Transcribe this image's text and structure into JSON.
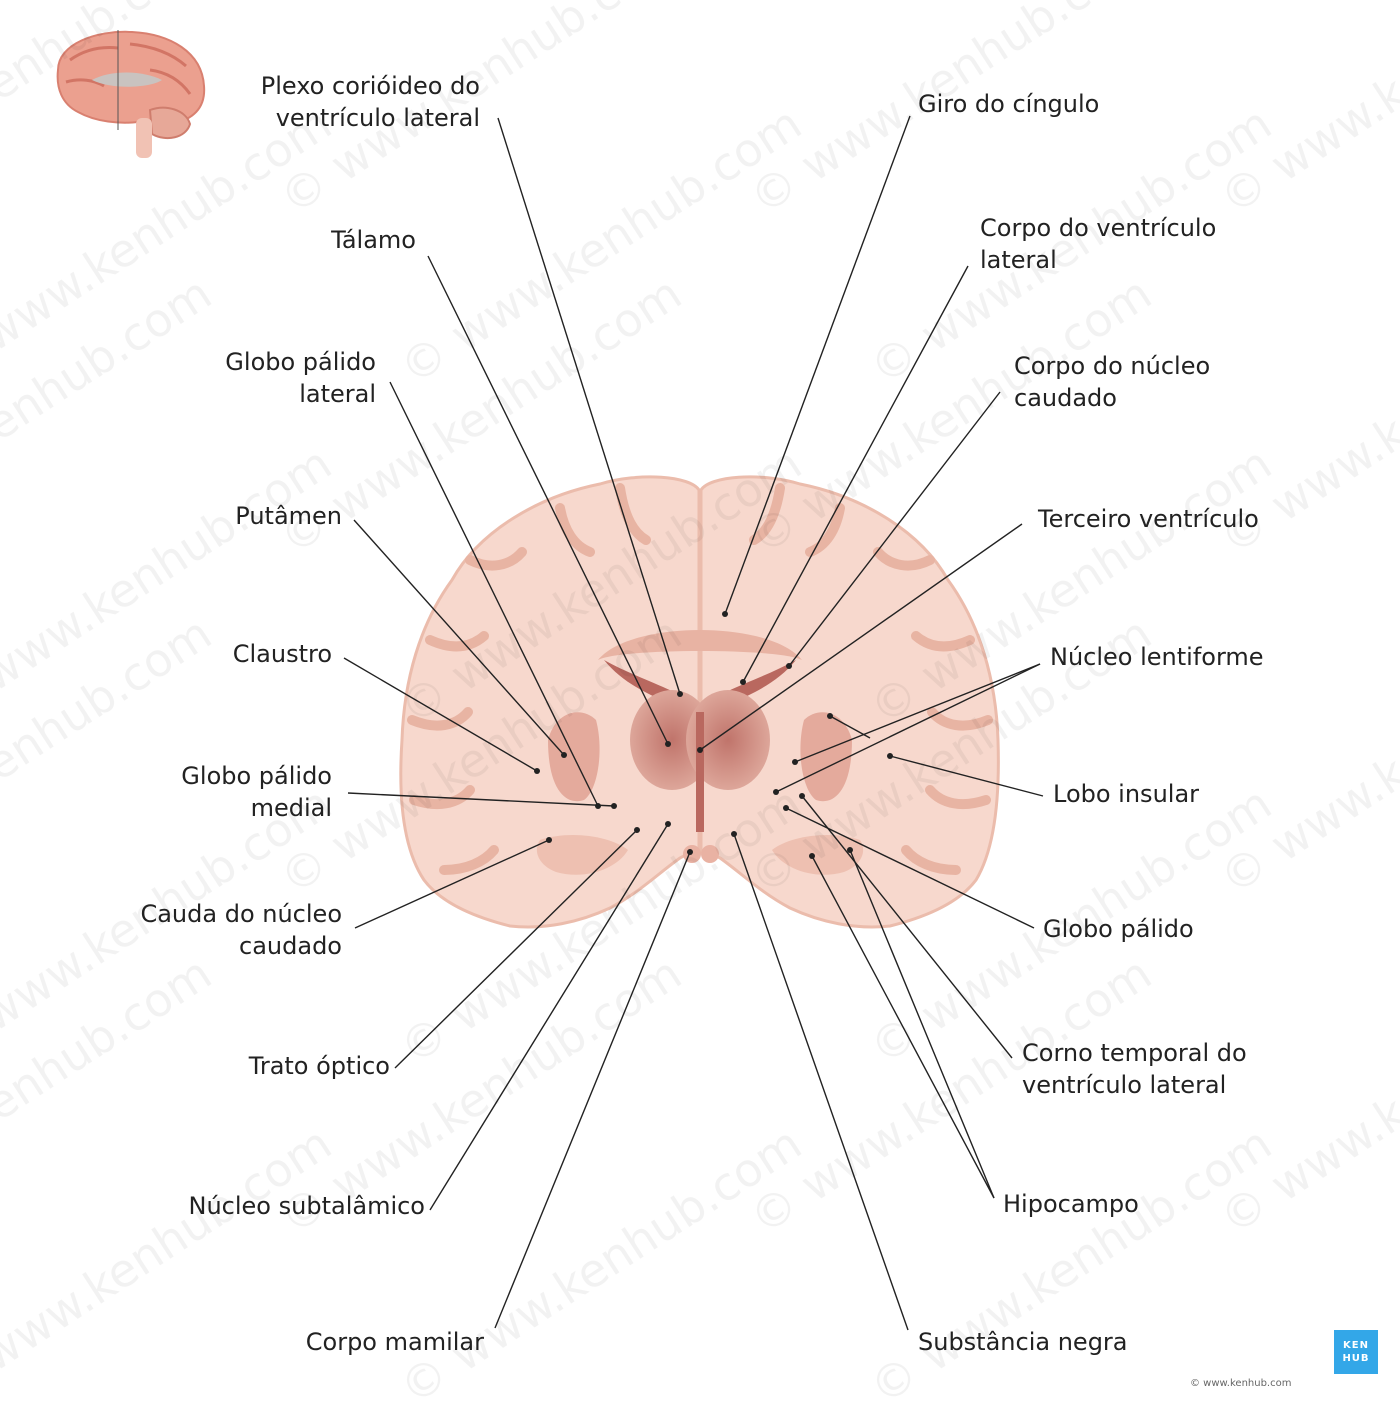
{
  "labels": {
    "plexo": [
      "Plexo corióideo do",
      "ventrículo lateral"
    ],
    "talamo": [
      "Tálamo"
    ],
    "globo_lateral": [
      "Globo pálido",
      "lateral"
    ],
    "putamen": [
      "Putâmen"
    ],
    "claustro": [
      "Claustro"
    ],
    "globo_medial": [
      "Globo pálido",
      "medial"
    ],
    "cauda": [
      "Cauda do núcleo",
      "caudado"
    ],
    "trato": [
      "Trato óptico"
    ],
    "subtalamico": [
      "Núcleo subtalâmico"
    ],
    "mamilar": [
      "Corpo mamilar"
    ],
    "cingulo": [
      "Giro do cíngulo"
    ],
    "corpo_ventriculo": [
      "Corpo do ventrículo",
      "lateral"
    ],
    "corpo_caudado": [
      "Corpo do núcleo",
      "caudado"
    ],
    "terceiro": [
      "Terceiro ventrículo"
    ],
    "lentiforme": [
      "Núcleo lentiforme"
    ],
    "insular": [
      "Lobo insular"
    ],
    "globo": [
      "Globo pálido"
    ],
    "corno": [
      "Corno temporal do",
      "ventrículo lateral"
    ],
    "hipocampo": [
      "Hipocampo"
    ],
    "negra": [
      "Substância negra"
    ]
  },
  "watermark": "© www.kenhub.com",
  "logo": [
    "KEN",
    "HUB"
  ],
  "credit": "© www.kenhub.com",
  "colors": {
    "tissue": "#f6d6cb",
    "cortex": "#eec0b1",
    "deep": "#dfa294",
    "ventricle": "#b9685f",
    "leader": "#222222"
  }
}
